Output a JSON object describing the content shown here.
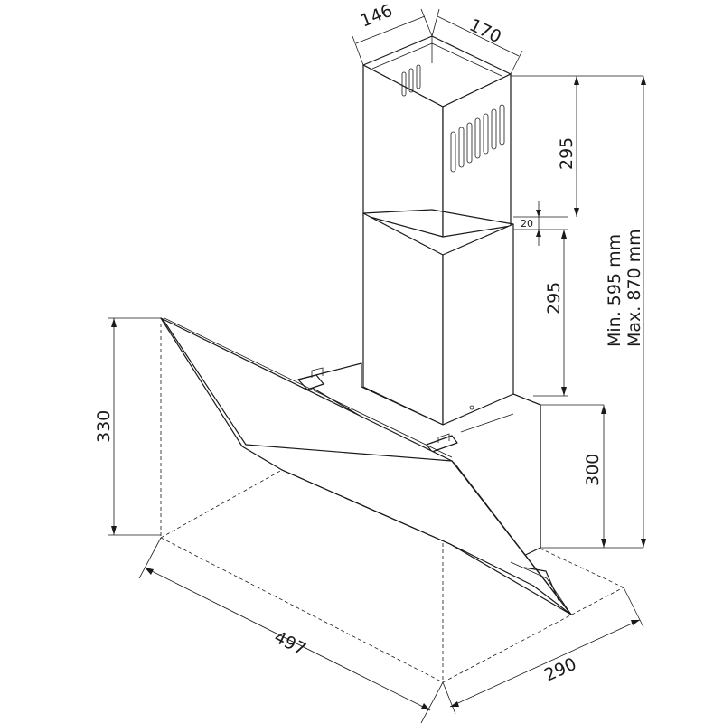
{
  "dimensions": {
    "chimney_depth": "146",
    "chimney_width": "170",
    "upper_chimney_height": "295",
    "overlap": "20",
    "lower_chimney_height": "295",
    "total_min": "Min. 595 mm",
    "total_max": "Max. 870 mm",
    "glass_height": "330",
    "body_height": "300",
    "hood_width": "497",
    "hood_depth": "290"
  }
}
